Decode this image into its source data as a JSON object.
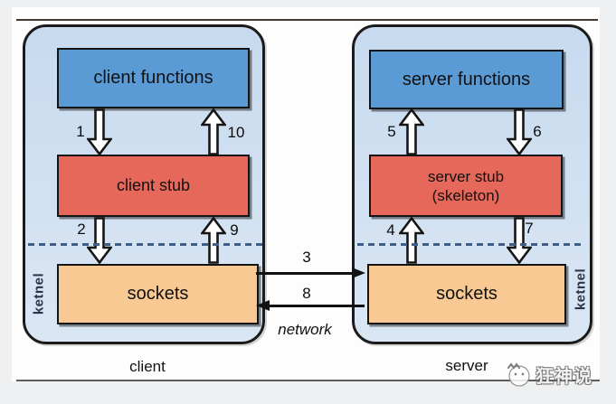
{
  "diagram": {
    "client": {
      "functions_label": "client functions",
      "stub_label": "client stub",
      "sockets_label": "sockets",
      "kernel_label": "ketnel",
      "panel_label": "client"
    },
    "server": {
      "functions_label": "server functions",
      "stub_label_line1": "server stub",
      "stub_label_line2": "(skeleton)",
      "sockets_label": "sockets",
      "kernel_label": "ketnel",
      "panel_label": "server"
    },
    "step_labels": {
      "step1": "1",
      "step2": "2",
      "step3": "3",
      "step4": "4",
      "step5": "5",
      "step6": "6",
      "step7": "7",
      "step8": "8",
      "step9": "9",
      "step10": "10"
    },
    "network": {
      "label": "network"
    },
    "colors": {
      "function_box_blue": "#5b9bd5",
      "stub_box_red": "#e5685a",
      "sockets_box_peach": "#f8c992",
      "panel_background_blue": "#cfe0f1",
      "kernel_boundary_dash": "#3e5f8a",
      "page_background": "#eef0f1",
      "arrow_fill": "#ffffff",
      "outline": "#141414"
    }
  },
  "watermark": {
    "text": "狂神说",
    "icon": "brand-logo-icon"
  }
}
